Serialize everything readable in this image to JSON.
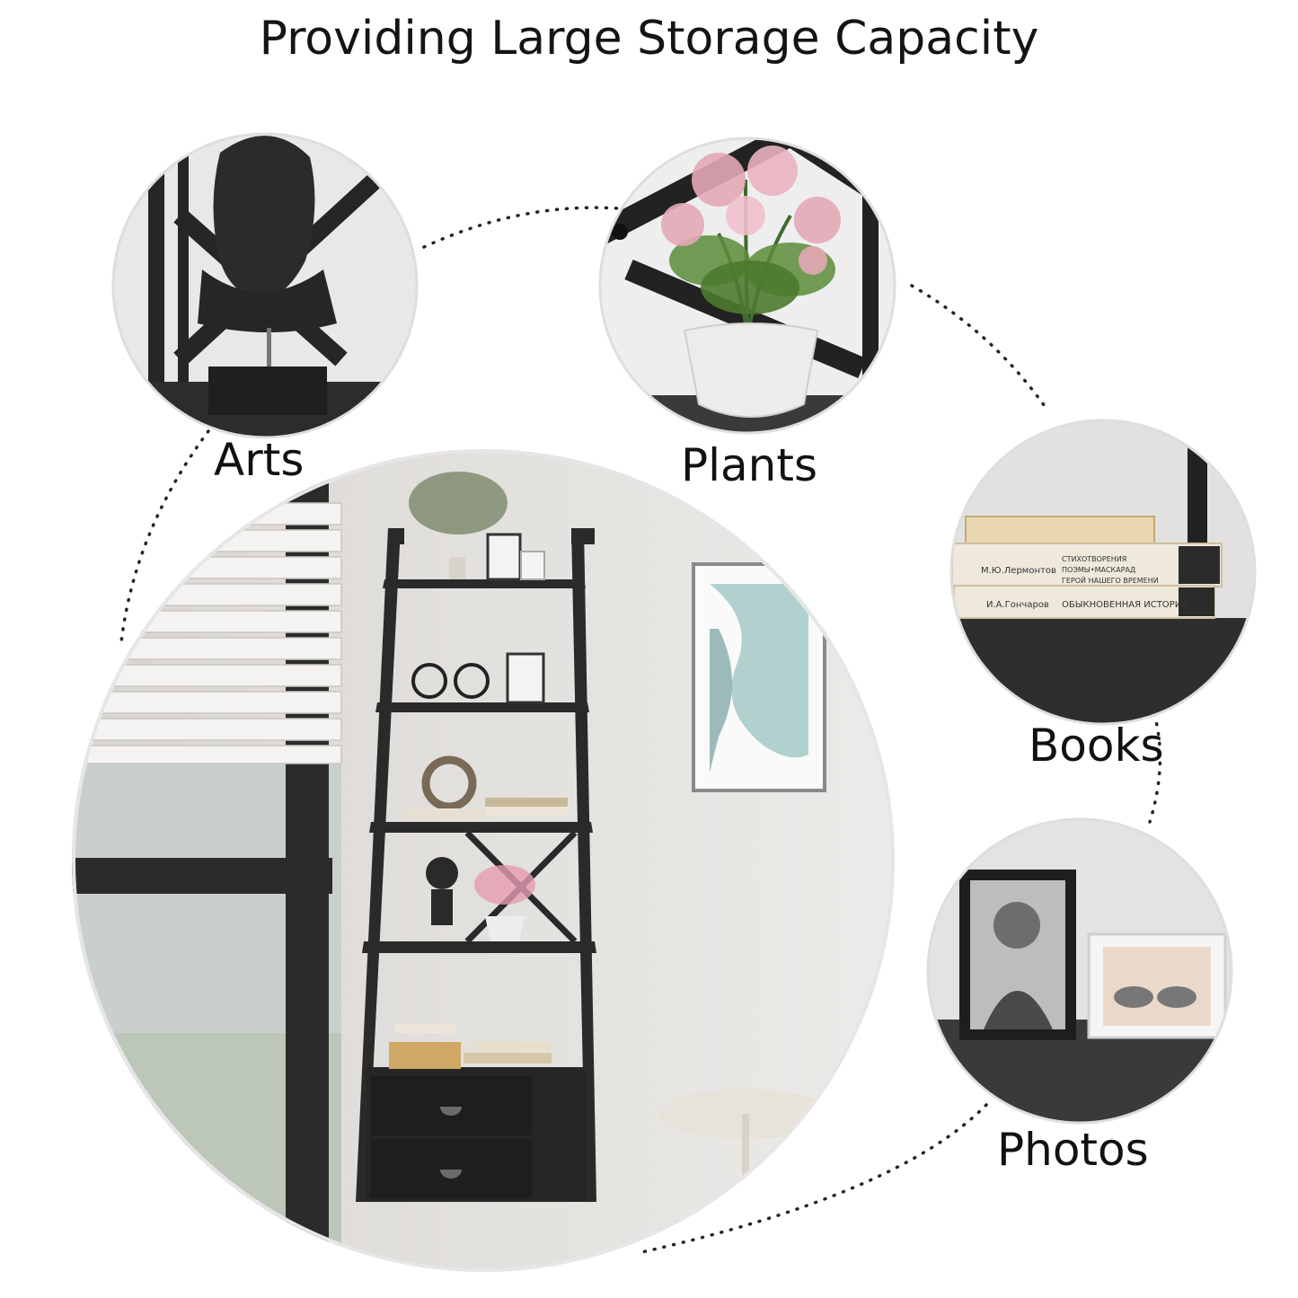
{
  "headline": "Providing Large Storage Capacity",
  "labels": {
    "arts": "Arts",
    "plants": "Plants",
    "books": "Books",
    "photos": "Photos"
  },
  "book_spines": {
    "book1_author": "М.Ю.Лермонтов",
    "book1_title_line1": "СТИХОТВОРЕНИЯ",
    "book1_title_line2": "ПОЭМЫ•МАСКАРАД",
    "book1_title_line3": "ГЕРОЙ НАШЕГО ВРЕМЕНИ",
    "book2_author": "И.А.Гончаров",
    "book2_title": "ОБЫКНОВЕННАЯ ИСТОРИЯ"
  }
}
